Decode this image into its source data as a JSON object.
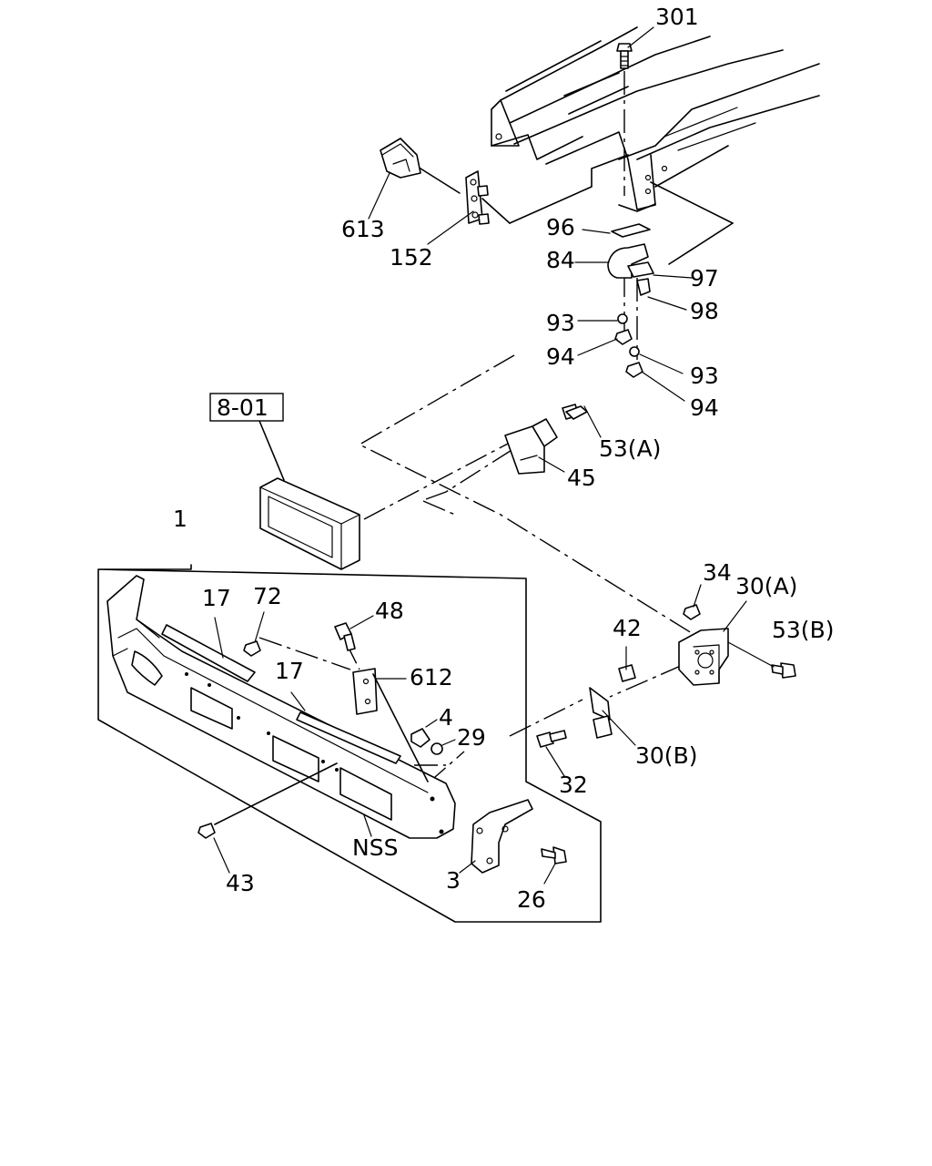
{
  "callouts": {
    "p301": "301",
    "p613": "613",
    "p152": "152",
    "p96": "96",
    "p84": "84",
    "p97": "97",
    "p98": "98",
    "p93a": "93",
    "p94a": "94",
    "p93b": "93",
    "p94b": "94",
    "p8_01": "8-01",
    "p53a": "53(A)",
    "p45": "45",
    "p1": "1",
    "p17a": "17",
    "p72": "72",
    "p48": "48",
    "p17b": "17",
    "p612": "612",
    "p34": "34",
    "p30a": "30(A)",
    "p53b": "53(B)",
    "p42": "42",
    "p4": "4",
    "p29": "29",
    "p30b": "30(B)",
    "p32": "32",
    "pNSS": "NSS",
    "p43": "43",
    "p3": "3",
    "p26": "26"
  }
}
